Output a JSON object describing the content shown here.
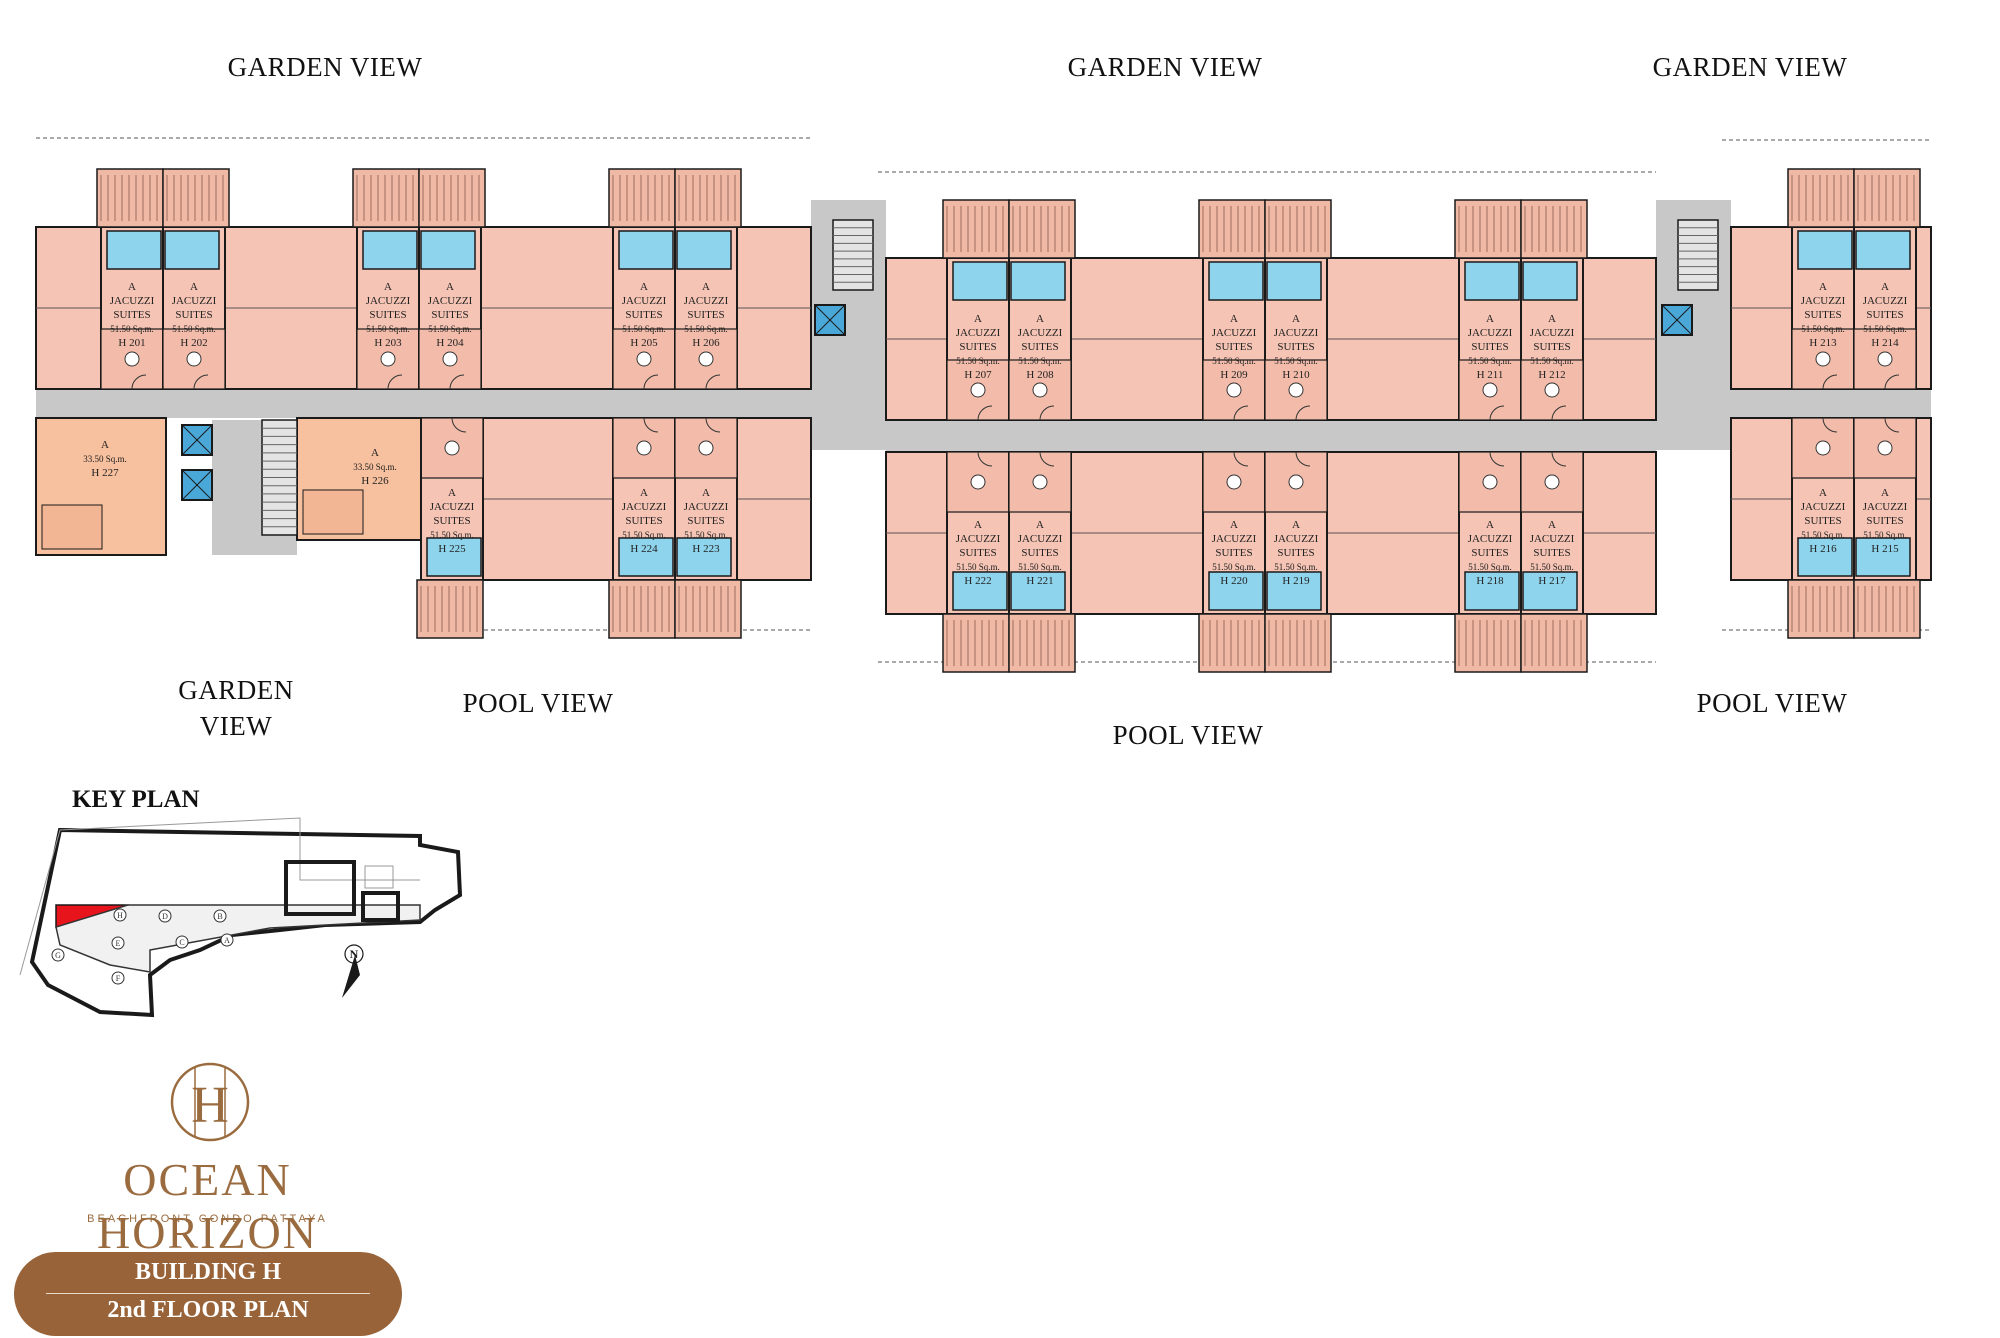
{
  "views": [
    {
      "id": "gv1",
      "text": "GARDEN VIEW"
    },
    {
      "id": "gv2",
      "text": "GARDEN VIEW"
    },
    {
      "id": "gv3",
      "text": "GARDEN VIEW"
    },
    {
      "id": "gv4a",
      "text": "GARDEN"
    },
    {
      "id": "gv4b",
      "text": "VIEW"
    },
    {
      "id": "pv1",
      "text": "POOL VIEW"
    },
    {
      "id": "pv2",
      "text": "POOL VIEW"
    },
    {
      "id": "pv3",
      "text": "POOL VIEW"
    }
  ],
  "units": [
    {
      "no": "H 201",
      "type": "A",
      "name": "JACUZZI SUITES",
      "area": "51.50 Sq.m."
    },
    {
      "no": "H 202",
      "type": "A",
      "name": "JACUZZI SUITES",
      "area": "51.50 Sq.m."
    },
    {
      "no": "H 203",
      "type": "A",
      "name": "JACUZZI SUITES",
      "area": "51.50 Sq.m."
    },
    {
      "no": "H 204",
      "type": "A",
      "name": "JACUZZI SUITES",
      "area": "51.50 Sq.m."
    },
    {
      "no": "H 205",
      "type": "A",
      "name": "JACUZZI SUITES",
      "area": "51.50 Sq.m."
    },
    {
      "no": "H 206",
      "type": "A",
      "name": "JACUZZI SUITES",
      "area": "51.50 Sq.m."
    },
    {
      "no": "H 207",
      "type": "A",
      "name": "JACUZZI SUITES",
      "area": "51.50 Sq.m."
    },
    {
      "no": "H 208",
      "type": "A",
      "name": "JACUZZI SUITES",
      "area": "51.50 Sq.m."
    },
    {
      "no": "H 209",
      "type": "A",
      "name": "JACUZZI SUITES",
      "area": "51.50 Sq.m."
    },
    {
      "no": "H 210",
      "type": "A",
      "name": "JACUZZI SUITES",
      "area": "51.50 Sq.m."
    },
    {
      "no": "H 211",
      "type": "A",
      "name": "JACUZZI SUITES",
      "area": "51.50 Sq.m."
    },
    {
      "no": "H 212",
      "type": "A",
      "name": "JACUZZI SUITES",
      "area": "51.50 Sq.m."
    },
    {
      "no": "H 213",
      "type": "A",
      "name": "JACUZZI SUITES",
      "area": "51.50 Sq.m."
    },
    {
      "no": "H 214",
      "type": "A",
      "name": "JACUZZI SUITES",
      "area": "51.50 Sq.m."
    },
    {
      "no": "H 225",
      "type": "A",
      "name": "JACUZZI SUITES",
      "area": "51.50 Sq.m."
    },
    {
      "no": "H 224",
      "type": "A",
      "name": "JACUZZI SUITES",
      "area": "51.50 Sq.m."
    },
    {
      "no": "H 223",
      "type": "A",
      "name": "JACUZZI SUITES",
      "area": "51.50 Sq.m."
    },
    {
      "no": "H 222",
      "type": "A",
      "name": "JACUZZI SUITES",
      "area": "51.50 Sq.m."
    },
    {
      "no": "H 221",
      "type": "A",
      "name": "JACUZZI SUITES",
      "area": "51.50 Sq.m."
    },
    {
      "no": "H 220",
      "type": "A",
      "name": "JACUZZI SUITES",
      "area": "51.50 Sq.m."
    },
    {
      "no": "H 219",
      "type": "A",
      "name": "JACUZZI SUITES",
      "area": "51.50 Sq.m."
    },
    {
      "no": "H 218",
      "type": "A",
      "name": "JACUZZI SUITES",
      "area": "51.50 Sq.m."
    },
    {
      "no": "H 217",
      "type": "A",
      "name": "JACUZZI SUITES",
      "area": "51.50 Sq.m."
    },
    {
      "no": "H 216",
      "type": "A",
      "name": "JACUZZI SUITES",
      "area": "51.50 Sq.m."
    },
    {
      "no": "H 215",
      "type": "A",
      "name": "JACUZZI SUITES",
      "area": "51.50 Sq.m."
    },
    {
      "no": "H 227",
      "type": "A",
      "name": "",
      "area": "33.50 Sq.m."
    },
    {
      "no": "H 226",
      "type": "A",
      "name": "",
      "area": "33.50 Sq.m."
    }
  ],
  "key_plan": {
    "title": "KEY PLAN",
    "building_letters": [
      "H",
      "D",
      "B",
      "E",
      "C",
      "A",
      "G",
      "F"
    ],
    "north": "N",
    "highlight_color": "#e8141c"
  },
  "brand": {
    "monogram": "H",
    "name": "OCEAN HORIZON",
    "tagline": "BEACHFRONT CONDO PATTAYA",
    "color": "#9a6b3e"
  },
  "badge": {
    "line1": "BUILDING H",
    "line2": "2nd FLOOR PLAN",
    "color": "#996339"
  },
  "colors": {
    "unit_fill": "#f6c4b4",
    "unit_alt_fill": "#f7c09e",
    "corridor": "#c8c8c8",
    "pool": "#8ed4ec",
    "wall": "#1a1a1a"
  }
}
